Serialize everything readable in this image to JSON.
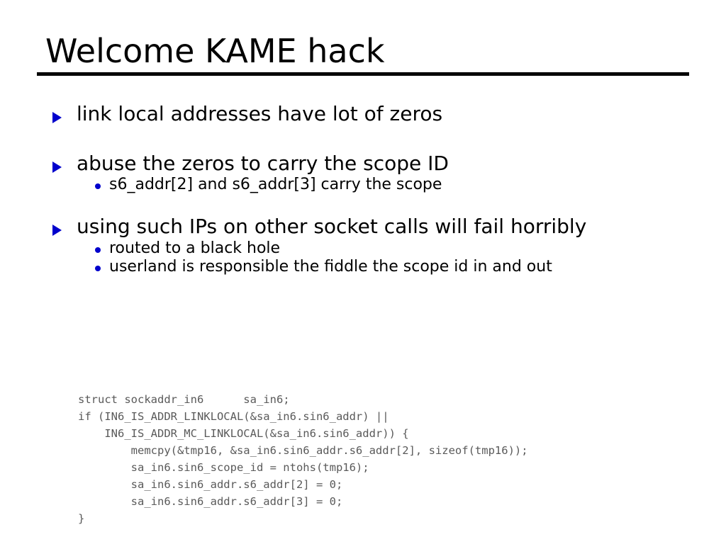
{
  "slide": {
    "title": "Welcome KAME hack",
    "background_color": "#ffffff",
    "title_color": "#000000",
    "rule_color": "#000000",
    "bullet_color": "#0000CC",
    "code_color": "#5a5a5a",
    "bullets": [
      {
        "marker": "triangle-bullet",
        "text": "link local addresses have lot of zeros",
        "sub": []
      },
      {
        "marker": "triangle-bullet",
        "text": "abuse the zeros to carry the scope ID",
        "sub": [
          {
            "marker": "dot-bullet",
            "text": "s6_addr[2] and s6_addr[3] carry the scope"
          }
        ]
      },
      {
        "marker": "triangle-bullet",
        "text": "using such IPs on other socket calls will fail horribly",
        "sub": [
          {
            "marker": "dot-bullet",
            "text": "routed to a black hole"
          },
          {
            "marker": "dot-bullet",
            "text": "userland is responsible the fiddle the scope id in and out"
          }
        ]
      }
    ],
    "code": "struct sockaddr_in6      sa_in6;\nif (IN6_IS_ADDR_LINKLOCAL(&sa_in6.sin6_addr) ||\n    IN6_IS_ADDR_MC_LINKLOCAL(&sa_in6.sin6_addr)) {\n        memcpy(&tmp16, &sa_in6.sin6_addr.s6_addr[2], sizeof(tmp16));\n        sa_in6.sin6_scope_id = ntohs(tmp16);\n        sa_in6.sin6_addr.s6_addr[2] = 0;\n        sa_in6.sin6_addr.s6_addr[3] = 0;\n}"
  }
}
